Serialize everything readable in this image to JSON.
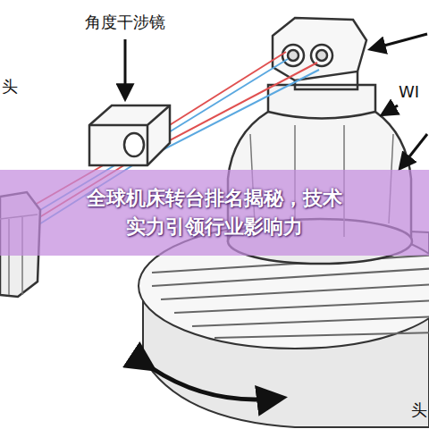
{
  "diagram": {
    "title": "全球机床转台排名揭秘，技术 实力引领行业影响力",
    "labels": [
      "角度干涉镜",
      "头",
      "WI",
      "头"
    ]
  }
}
